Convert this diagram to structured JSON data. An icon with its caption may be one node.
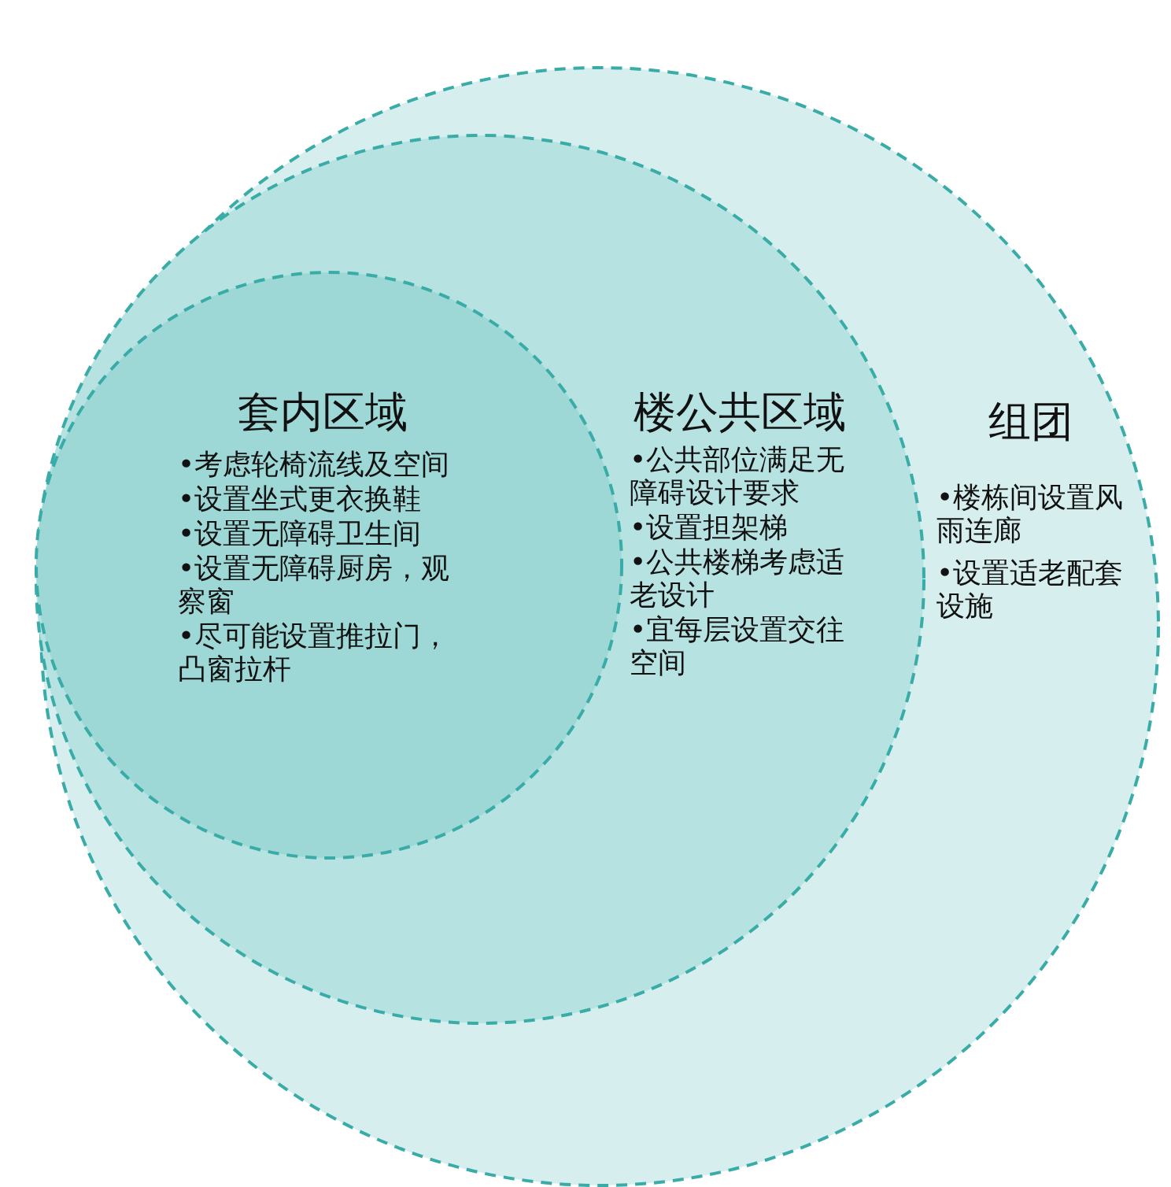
{
  "diagram": {
    "nodes": [
      {
        "text": [
          "组团",
          "•楼栋间设置风雨连廊",
          "•设置适老配套设施"
        ]
      },
      {
        "text": [
          "楼公共区域",
          "•公共部位满足无障碍设计要求",
          "•设置担架梯",
          "•公共楼梯考虑适老设计",
          "•宜每层设置交往空间"
        ],
        "in": 0
      },
      {
        "text": [
          "套内区域",
          "•考虑轮椅流线及空间",
          "•设置坐式更衣换鞋",
          "•设置无障碍卫生间",
          "•设置无障碍厨房，观察窗",
          "•尽可能设置推拉门，凸窗拉杆"
        ],
        "in": 1
      }
    ]
  }
}
